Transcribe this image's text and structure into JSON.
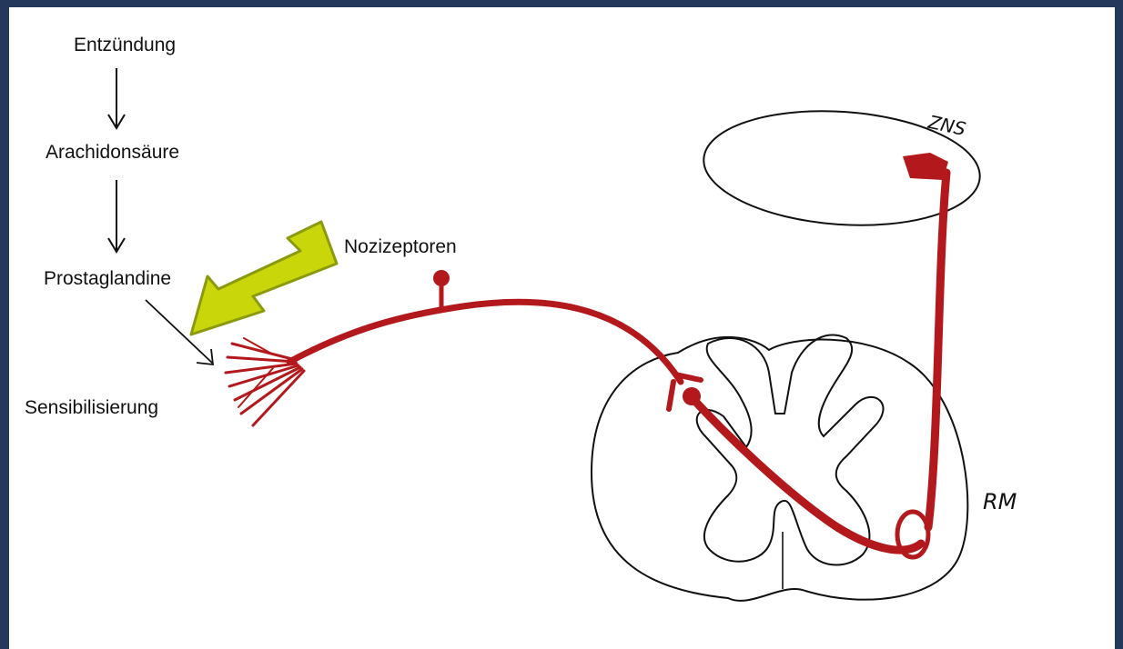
{
  "diagram": {
    "cascade": [
      "Entzündung",
      "Arachidonsäure",
      "Prostaglandine"
    ],
    "result": "Sensibilisierung",
    "nociceptor_label": "Nozizeptoren",
    "brain_label": "ZNS",
    "spinal_cord_label": "RM"
  },
  "colors": {
    "background": "#23385a",
    "nerve": "#b3191c",
    "highlight_arrow": "#c8d60a",
    "highlight_arrow_border": "#8a9a0c",
    "ink": "#111111"
  }
}
